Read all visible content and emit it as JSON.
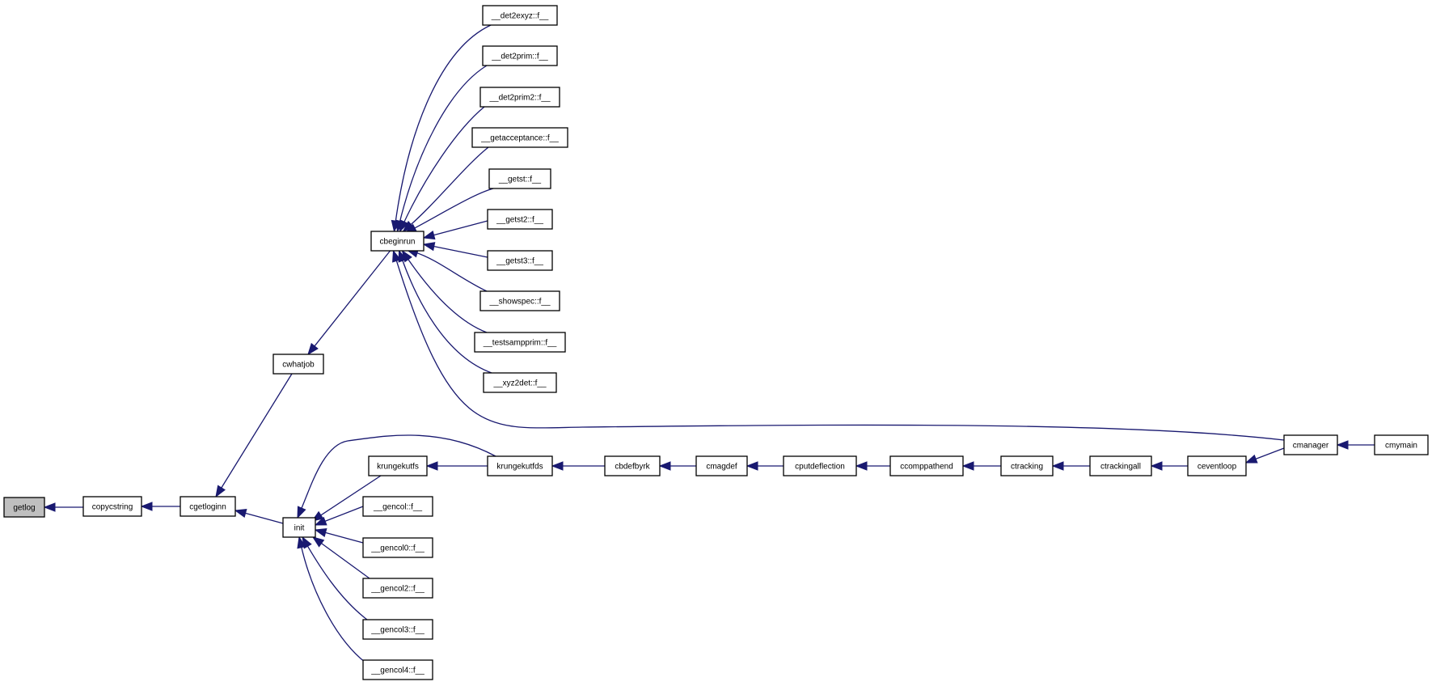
{
  "graph": {
    "colors": {
      "edge": "#191970",
      "node_border": "#000000",
      "root_fill": "#bfbfbf",
      "node_fill": "#ffffff"
    },
    "nodes": [
      {
        "id": "getlog",
        "label": "getlog",
        "root": true
      },
      {
        "id": "copycstring",
        "label": "copycstring"
      },
      {
        "id": "cgetloginn",
        "label": "cgetloginn"
      },
      {
        "id": "cwhatjob",
        "label": "cwhatjob"
      },
      {
        "id": "init",
        "label": "init"
      },
      {
        "id": "cbeginrun",
        "label": "cbeginrun"
      },
      {
        "id": "det2exyz",
        "label": "__det2exyz::f__"
      },
      {
        "id": "det2prim",
        "label": "__det2prim::f__"
      },
      {
        "id": "det2prim2",
        "label": "__det2prim2::f__"
      },
      {
        "id": "getacceptance",
        "label": "__getacceptance::f__"
      },
      {
        "id": "getst",
        "label": "__getst::f__"
      },
      {
        "id": "getst2",
        "label": "__getst2::f__"
      },
      {
        "id": "getst3",
        "label": "__getst3::f__"
      },
      {
        "id": "showspec",
        "label": "__showspec::f__"
      },
      {
        "id": "testsampprim",
        "label": "__testsampprim::f__"
      },
      {
        "id": "xyz2det",
        "label": "__xyz2det::f__"
      },
      {
        "id": "krungekutfs",
        "label": "krungekutfs"
      },
      {
        "id": "gencol",
        "label": "__gencol::f__"
      },
      {
        "id": "gencol0",
        "label": "__gencol0::f__"
      },
      {
        "id": "gencol2",
        "label": "__gencol2::f__"
      },
      {
        "id": "gencol3",
        "label": "__gencol3::f__"
      },
      {
        "id": "gencol4",
        "label": "__gencol4::f__"
      },
      {
        "id": "krungekutfds",
        "label": "krungekutfds"
      },
      {
        "id": "cbdefbyrk",
        "label": "cbdefbyrk"
      },
      {
        "id": "cmagdef",
        "label": "cmagdef"
      },
      {
        "id": "cputdeflection",
        "label": "cputdeflection"
      },
      {
        "id": "ccomppathend",
        "label": "ccomppathend"
      },
      {
        "id": "ctracking",
        "label": "ctracking"
      },
      {
        "id": "ctrackingall",
        "label": "ctrackingall"
      },
      {
        "id": "ceventloop",
        "label": "ceventloop"
      },
      {
        "id": "cmanager",
        "label": "cmanager"
      },
      {
        "id": "cmymain",
        "label": "cmymain"
      }
    ],
    "edges": [
      {
        "from": "copycstring",
        "to": "getlog"
      },
      {
        "from": "cgetloginn",
        "to": "copycstring"
      },
      {
        "from": "cwhatjob",
        "to": "cgetloginn"
      },
      {
        "from": "init",
        "to": "cgetloginn"
      },
      {
        "from": "cbeginrun",
        "to": "cwhatjob"
      },
      {
        "from": "det2exyz",
        "to": "cbeginrun"
      },
      {
        "from": "det2prim",
        "to": "cbeginrun"
      },
      {
        "from": "det2prim2",
        "to": "cbeginrun"
      },
      {
        "from": "getacceptance",
        "to": "cbeginrun"
      },
      {
        "from": "getst",
        "to": "cbeginrun"
      },
      {
        "from": "getst2",
        "to": "cbeginrun"
      },
      {
        "from": "getst3",
        "to": "cbeginrun"
      },
      {
        "from": "showspec",
        "to": "cbeginrun"
      },
      {
        "from": "testsampprim",
        "to": "cbeginrun"
      },
      {
        "from": "xyz2det",
        "to": "cbeginrun"
      },
      {
        "from": "cmanager",
        "to": "cbeginrun"
      },
      {
        "from": "krungekutfs",
        "to": "init"
      },
      {
        "from": "krungekutfds",
        "to": "init"
      },
      {
        "from": "gencol",
        "to": "init"
      },
      {
        "from": "gencol0",
        "to": "init"
      },
      {
        "from": "gencol2",
        "to": "init"
      },
      {
        "from": "gencol3",
        "to": "init"
      },
      {
        "from": "gencol4",
        "to": "init"
      },
      {
        "from": "krungekutfds",
        "to": "krungekutfs"
      },
      {
        "from": "cbdefbyrk",
        "to": "krungekutfds"
      },
      {
        "from": "cmagdef",
        "to": "cbdefbyrk"
      },
      {
        "from": "cputdeflection",
        "to": "cmagdef"
      },
      {
        "from": "ccomppathend",
        "to": "cputdeflection"
      },
      {
        "from": "ctracking",
        "to": "ccomppathend"
      },
      {
        "from": "ctrackingall",
        "to": "ctracking"
      },
      {
        "from": "ceventloop",
        "to": "ctrackingall"
      },
      {
        "from": "cmanager",
        "to": "ceventloop"
      },
      {
        "from": "cmymain",
        "to": "cmanager"
      }
    ]
  }
}
